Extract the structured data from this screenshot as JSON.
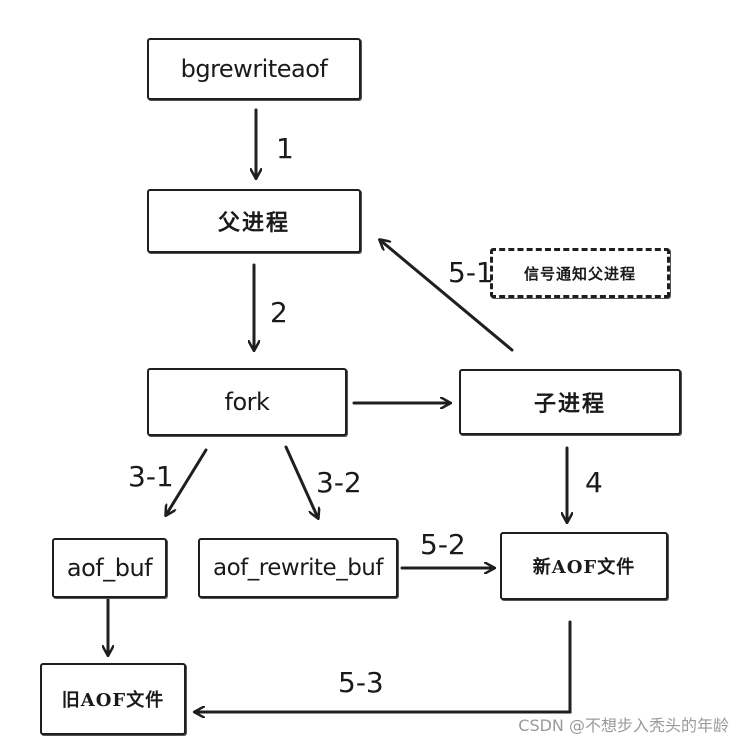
{
  "nodes": {
    "bgrewriteaof": "bgrewriteaof",
    "parent_process": "父进程",
    "fork": "fork",
    "child_process": "子进程",
    "aof_buf": "aof_buf",
    "aof_rewrite_buf": "aof_rewrite_buf",
    "new_aof_file": "新AOF文件",
    "old_aof_file": "旧AOF文件",
    "signal_notify_parent": "信号通知父进程"
  },
  "edges": {
    "e1": "1",
    "e2": "2",
    "e3_1": "3-1",
    "e3_2": "3-2",
    "e4": "4",
    "e5_1": "5-1",
    "e5_2": "5-2",
    "e5_3": "5-3"
  },
  "watermark": "CSDN @不想步入秃头的年龄"
}
